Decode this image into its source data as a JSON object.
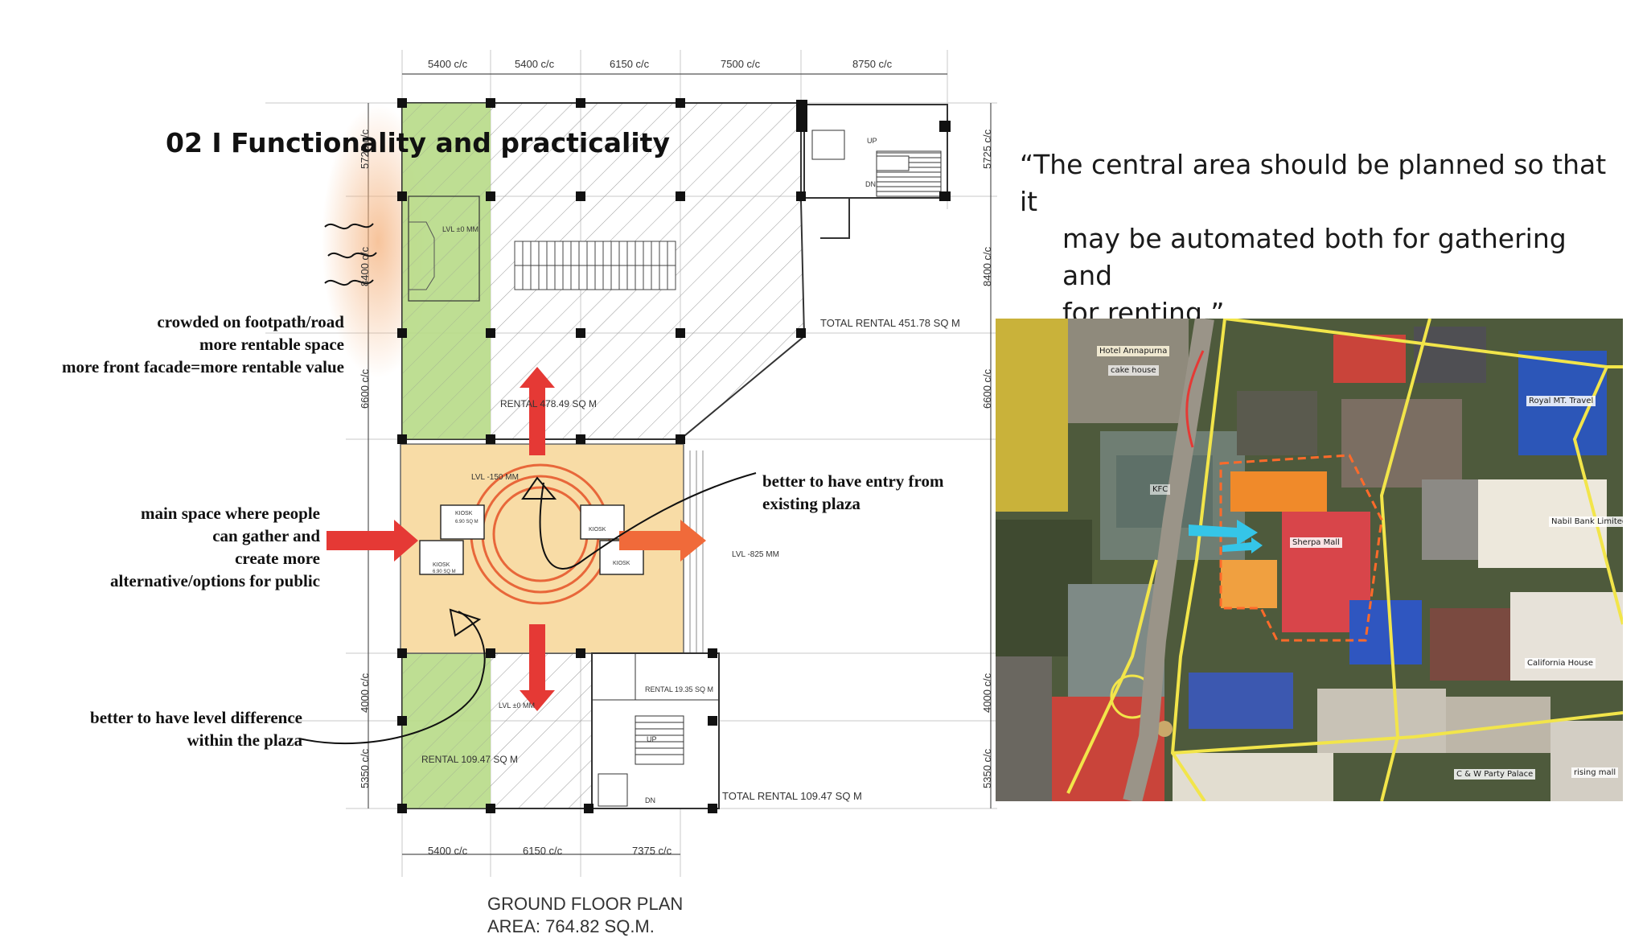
{
  "slide": {
    "title": "02 I Functionality and practicality",
    "quote": {
      "line1": "“The central area should be planned so that it",
      "line2": "may be automated both for gathering and",
      "line3": "for renting.”"
    }
  },
  "annotations": {
    "footpath": {
      "line1": "crowded on footpath/road",
      "line2": "more rentable space",
      "line3": "more front facade=more rentable value"
    },
    "gather": {
      "line1": "main space where people",
      "line2": "can gather and",
      "line3": "create more",
      "line4": "alternative/options for public"
    },
    "entry": {
      "line1": "better to have entry from",
      "line2": "existing plaza"
    },
    "level": {
      "line1": "better to have level difference",
      "line2": "within the plaza"
    }
  },
  "plan": {
    "caption": "GROUND FLOOR PLAN",
    "area": "AREA: 764.82 SQ.M.",
    "top_dims": [
      "5400 c/c",
      "5400 c/c",
      "6150 c/c",
      "7500 c/c",
      "8750 c/c"
    ],
    "bottom_dims": [
      "5400 c/c",
      "6150 c/c",
      "7375 c/c"
    ],
    "left_dims": [
      "5725 c/c",
      "8400 c/c",
      "6600 c/c",
      "4000 c/c",
      "5350 c/c"
    ],
    "right_dims": [
      "5725 c/c",
      "8400 c/c",
      "6600 c/c",
      "4000 c/c",
      "5350 c/c"
    ],
    "labels": {
      "total_rental_top": "TOTAL RENTAL  451.78 SQ M",
      "rental_main": "RENTAL  478.49 SQ M",
      "lvl_minus150": "LVL -150 MM",
      "lvl_minus825": "LVL -825 MM",
      "lvl_zero_top": "LVL ±0 MM",
      "lvl_zero_bottom": "LVL ±0 MM",
      "rental_small": "RENTAL 19.35 SQ M",
      "rental_bottom_left": "RENTAL  109.47 SQ M",
      "total_rental_bottom": "TOTAL RENTAL 109.47 SQ M",
      "kiosk": "KIOSK",
      "kiosk_area": "6.90 SQ M",
      "up": "UP",
      "dn": "DN"
    }
  },
  "map": {
    "labels": {
      "hotel": "Hotel Annapurna",
      "cake": "cake house",
      "royal": "Royal MT. Travel",
      "kfc": "KFC",
      "nabil": "Nabil Bank Limited",
      "sherpa": "Sherpa Mall",
      "california": "California House",
      "party": "C & W Party Palace",
      "rising": "rising mall"
    }
  },
  "colors": {
    "green_zone": "#b9dc8a",
    "plaza": "#f8dca6",
    "red_arrow": "#e53935",
    "circle": "#e8673a",
    "site_outline": "#f2e54a",
    "cyan_arrow": "#35c5e8"
  }
}
